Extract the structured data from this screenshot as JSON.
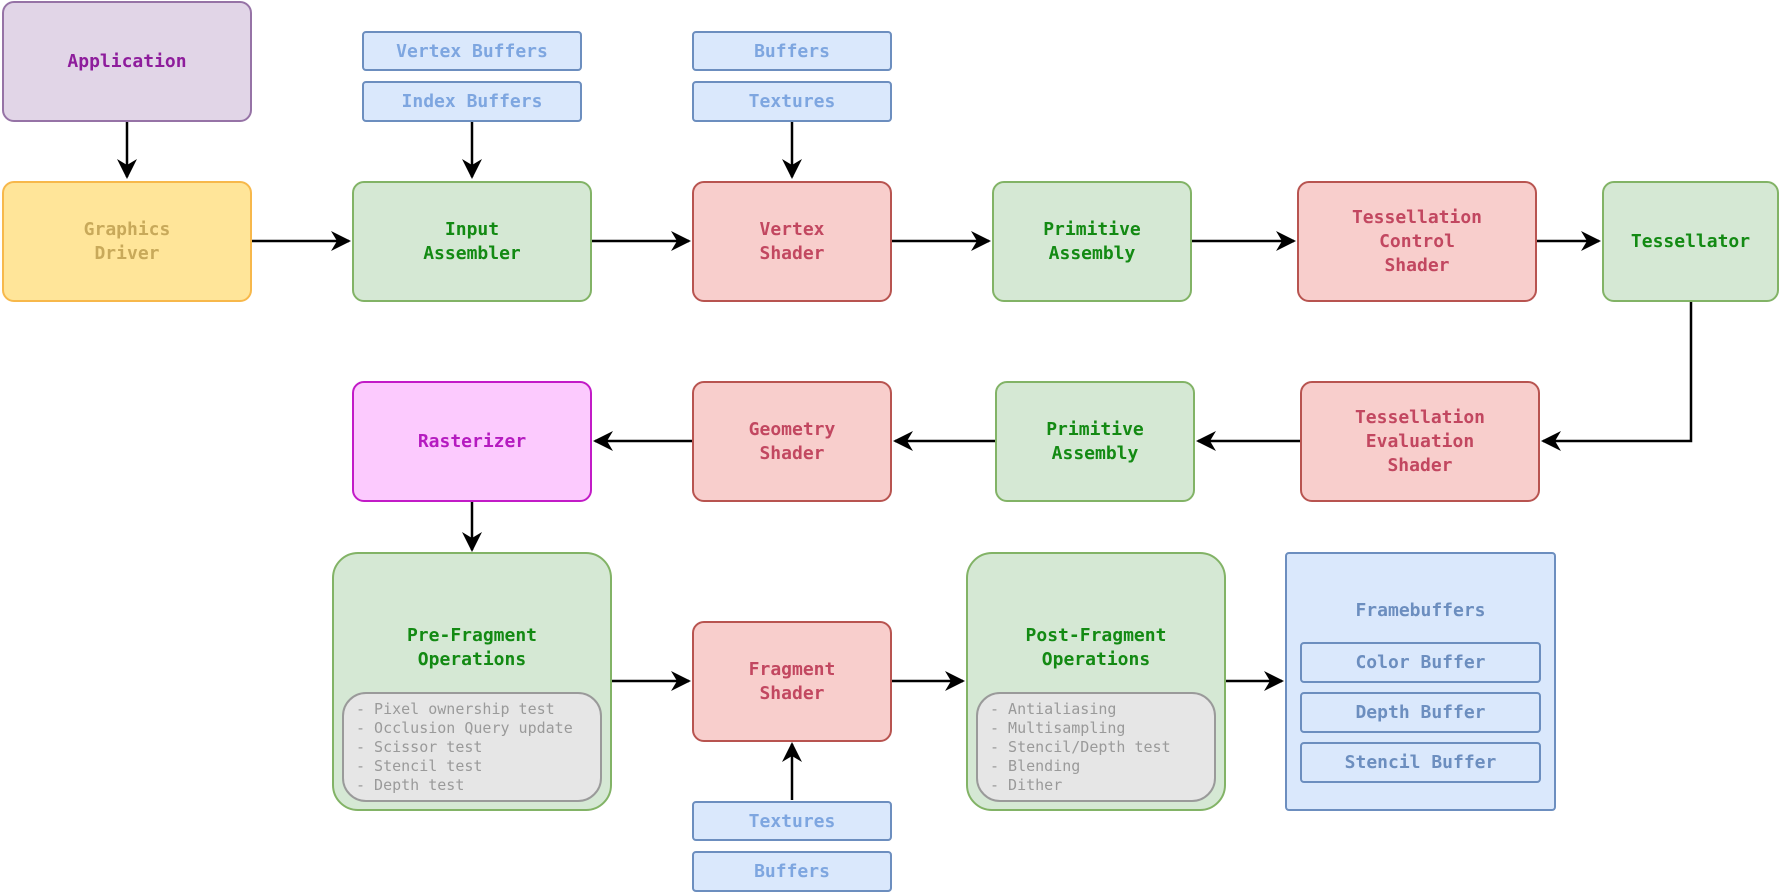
{
  "colors": {
    "edge": "#000000",
    "purple_fill": "#e1d5e7",
    "yellow_fill": "#ffe599",
    "green_fill": "#d5e8d4",
    "red_fill": "#f8cecc",
    "pink_fill": "#fccafe",
    "blue_fill": "#dae8fc",
    "grey_fill": "#e6e6e6"
  },
  "nodes": {
    "application": "Application",
    "graphics_driver": "Graphics\nDriver",
    "input_assembler": "Input\nAssembler",
    "vertex_shader": "Vertex\nShader",
    "primitive_assembly_1": "Primitive\nAssembly",
    "tessellation_control_shader": "Tessellation\nControl\nShader",
    "tessellator": "Tessellator",
    "tessellation_evaluation_shader": "Tessellation\nEvaluation\nShader",
    "primitive_assembly_2": "Primitive\nAssembly",
    "geometry_shader": "Geometry\nShader",
    "rasterizer": "Rasterizer",
    "pre_fragment_operations": "Pre-Fragment\nOperations",
    "fragment_shader": "Fragment\nShader",
    "post_fragment_operations": "Post-Fragment\nOperations"
  },
  "inputs": {
    "vertex_buffers": "Vertex Buffers",
    "index_buffers": "Index Buffers",
    "vs_buffers": "Buffers",
    "vs_textures": "Textures",
    "fs_textures": "Textures",
    "fs_buffers": "Buffers"
  },
  "pre_fragment_tests": [
    "- Pixel ownership test",
    "- Occlusion Query update",
    "- Scissor test",
    "- Stencil test",
    "- Depth test"
  ],
  "post_fragment_steps": [
    "- Antialiasing",
    "- Multisampling",
    "- Stencil/Depth test",
    "- Blending",
    "- Dither"
  ],
  "framebuffers": {
    "title": "Framebuffers",
    "items": [
      "Color Buffer",
      "Depth Buffer",
      "Stencil Buffer"
    ]
  }
}
